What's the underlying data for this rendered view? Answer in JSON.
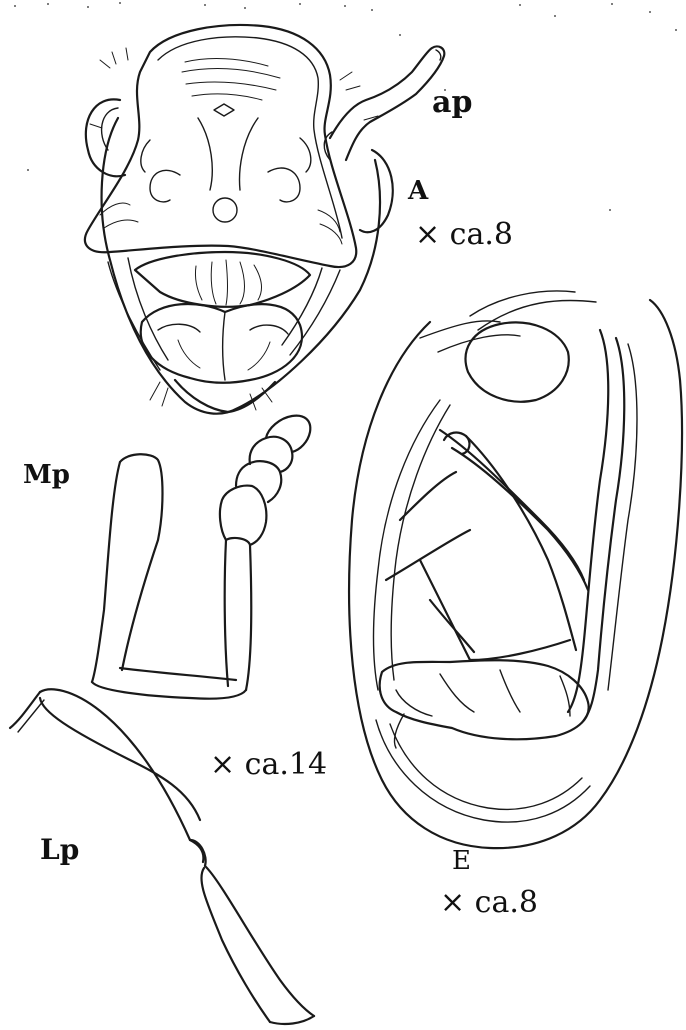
{
  "figure": {
    "labels": {
      "ap": "ap",
      "A": "A",
      "scale_A": "× ca.8",
      "Mp": "Mp",
      "scale_mid": "× ca.14",
      "Lp": "Lp",
      "E": "E",
      "scale_E": "× ca.8"
    },
    "ink_color": "#1a1a1a",
    "background": "#ffffff"
  }
}
